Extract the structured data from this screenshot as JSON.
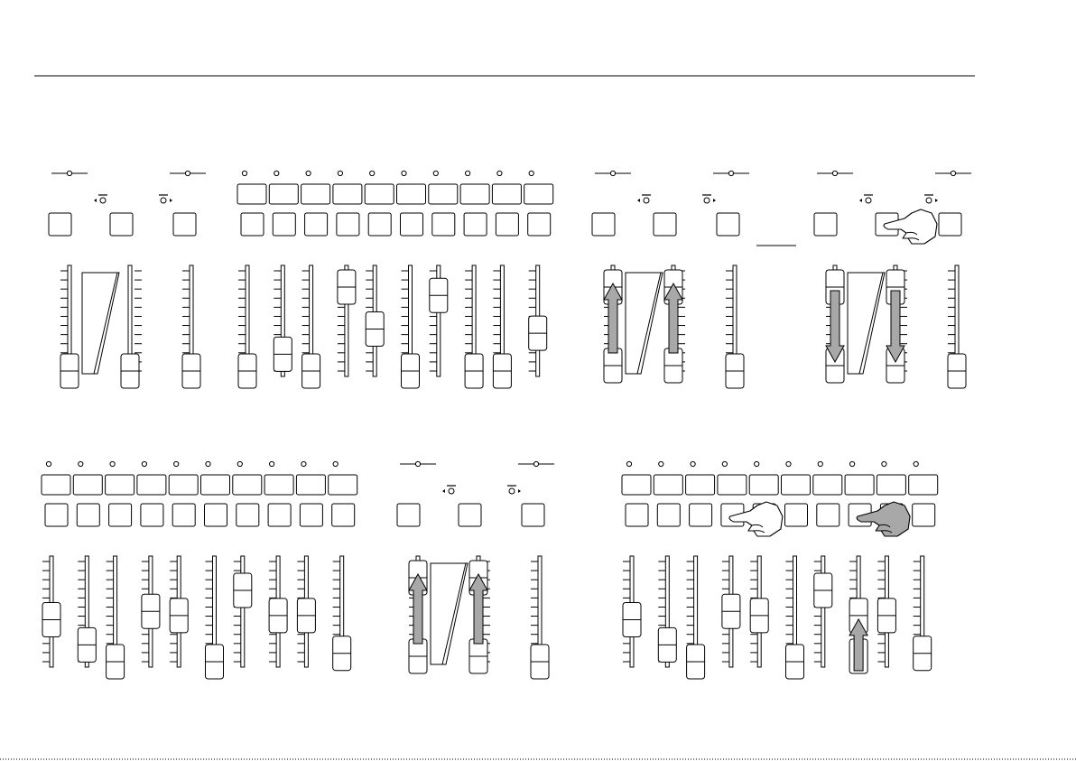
{
  "background": "#ffffff",
  "ink": "#000000",
  "arrow_fill": "#a8a8a8",
  "hand_fill_dark": "#a8a8a8",
  "panels": [
    {
      "id": "crossfade-idle",
      "kind": "crossfade",
      "arrows": "none",
      "press": "none",
      "fader_levels": [
        0,
        0,
        0
      ]
    },
    {
      "id": "scene-preset-a",
      "kind": "channels",
      "fader_levels": [
        0,
        0.2,
        0,
        1,
        0.5,
        0,
        0.9,
        0,
        0,
        0.45
      ],
      "hands": []
    },
    {
      "id": "crossfade-up",
      "kind": "crossfade",
      "arrows": "up",
      "press": "none",
      "fader_levels": [
        1,
        1,
        0
      ]
    },
    {
      "id": "crossfade-down-pressed",
      "kind": "crossfade",
      "arrows": "down",
      "press": "right",
      "fader_levels": [
        0,
        0,
        0
      ]
    },
    {
      "id": "scene-preset-b",
      "kind": "channels",
      "fader_levels": [
        0.5,
        0.2,
        0,
        0.6,
        0.55,
        0,
        0.85,
        0.55,
        0.55,
        0.1
      ],
      "hands": []
    },
    {
      "id": "crossfade-up-2",
      "kind": "crossfade",
      "arrows": "up",
      "press": "none",
      "fader_levels": [
        1,
        1,
        0
      ]
    },
    {
      "id": "scene-preset-c",
      "kind": "channels",
      "fader_levels": [
        0.5,
        0.2,
        0,
        0.6,
        0.55,
        0,
        0.85,
        0.55,
        0.55,
        0.1
      ],
      "hands": [
        {
          "button": 3,
          "style": "outline"
        },
        {
          "button": 7,
          "style": "filled"
        }
      ],
      "arrow_on_fader": 7
    }
  ]
}
